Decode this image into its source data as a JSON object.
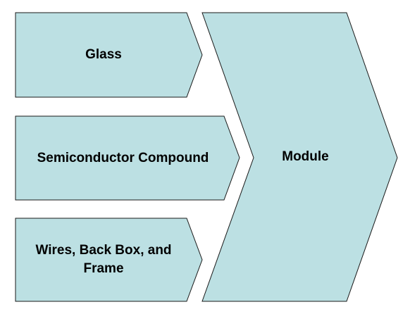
{
  "diagram": {
    "fill_color": "#bce0e3",
    "stroke_color": "#1a1a1a",
    "inputs": [
      {
        "label": "Glass"
      },
      {
        "label": "Semiconductor Compound"
      },
      {
        "label": "Wires, Back Box, and Frame"
      }
    ],
    "output": {
      "label": "Module"
    }
  }
}
